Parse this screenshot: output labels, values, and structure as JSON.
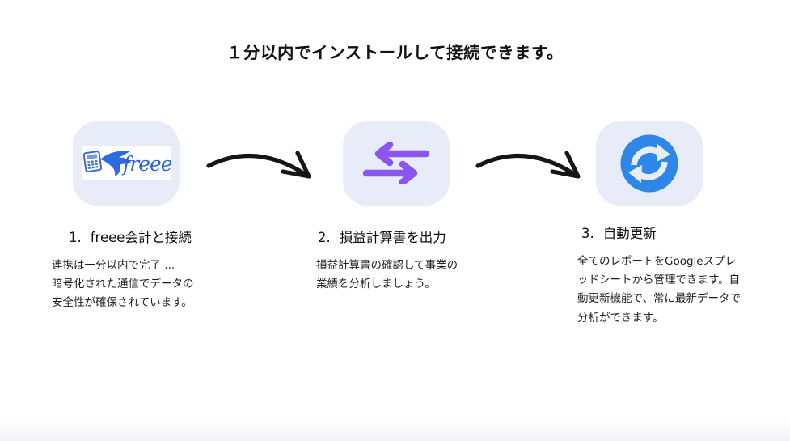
{
  "title": "１分以内でインストールして接続できます。",
  "steps": [
    {
      "number": "1.",
      "label": "freee会計と接続",
      "description": "連携は一分以内で完了 ...\n暗号化された通信でデータの\n安全性が確保されています。",
      "icon": "freee-accounting-logo"
    },
    {
      "number": "2.",
      "label": "損益計算書を出力",
      "description": "損益計算書の確認して事業の\n業績を分析しましょう。",
      "icon": "transfer-arrows-icon"
    },
    {
      "number": "3.",
      "label": "自動更新",
      "description": "全てのレポートをGoogleスプレ\nッドシートから管理できます。自\n動更新機能で、常に最新データで\n分析ができます。",
      "icon": "auto-sync-icon"
    }
  ],
  "freee_logo": {
    "text": "freee"
  },
  "flow_arrows": {
    "style": "hand-drawn-curved",
    "count": 2
  },
  "colors": {
    "tile_background": "#e7ecf8",
    "purple_accent": "#8b55f0",
    "sync_blue": "#2e86e6",
    "sync_arrow_light": "#e9edf4",
    "freee_blue": "#2c5fd6",
    "arrow_black": "#151515",
    "title_text": "#111111",
    "body_text": "#1c1c1c"
  }
}
